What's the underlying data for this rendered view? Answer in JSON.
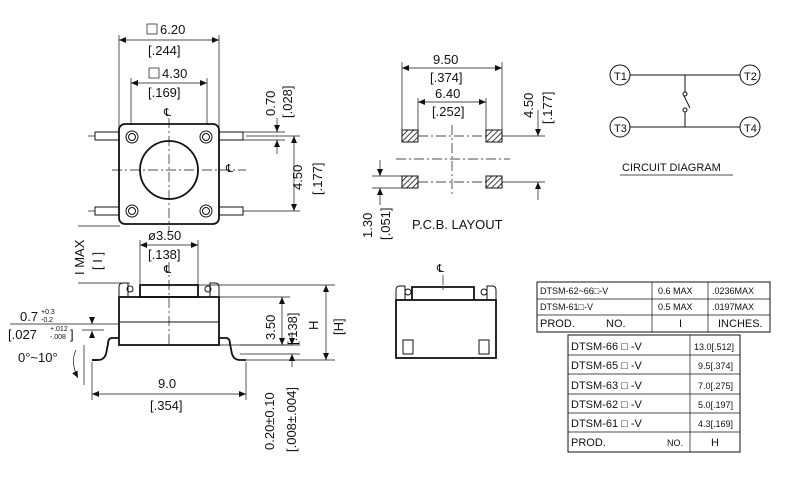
{
  "top_view": {
    "body_size": "6.20",
    "body_size_in": "[.244]",
    "inner_size": "4.30",
    "inner_size_in": "[.169]",
    "lead_width": "0.70",
    "lead_width_in": "[.028]",
    "lead_pitch": "4.50",
    "lead_pitch_in": "[.177]",
    "centerline": "℄",
    "i_max_label": "I MAX",
    "i_bracket": "[ I ]"
  },
  "side_view": {
    "plunger_dia": "ø3.50",
    "plunger_dia_in": "[.138]",
    "body_height": "3.50",
    "body_height_in": "[.138]",
    "h_label": "H",
    "h_bracket": "[H]",
    "lead_thickness_mm": "0.7",
    "lead_thickness_tol_up": "+0.3",
    "lead_thickness_tol_dn": "-0.2",
    "lead_thickness_in": "[.027",
    "lead_thickness_in_up": "+.012",
    "lead_thickness_in_dn": "-.008",
    "lead_thickness_in_close": "]",
    "angle": "0°~10°",
    "overall_len": "9.0",
    "overall_len_in": "[.354]",
    "standoff": "0.20±0.10",
    "standoff_in": "[.008±.004]"
  },
  "pcb_layout": {
    "outer": "9.50",
    "outer_in": "[.374]",
    "inner": "6.40",
    "inner_in": "[.252]",
    "pitch": "4.50",
    "pitch_in": "[.177]",
    "pad_w": "1.30",
    "pad_w_in": "[.051]",
    "title": "P.C.B. LAYOUT"
  },
  "circuit": {
    "t1": "T1",
    "t2": "T2",
    "t3": "T3",
    "t4": "T4",
    "title": "CIRCUIT DIAGRAM"
  },
  "table1": {
    "rows": [
      {
        "prod": "DTSM-62~66□-V",
        "i": "0.6 MAX",
        "inch": ".0236MAX"
      },
      {
        "prod": "DTSM-61□-V",
        "i": "0.5 MAX",
        "inch": ".0197MAX"
      }
    ],
    "footer": {
      "prod": "PROD.",
      "no": "NO.",
      "i": "I",
      "inch": "INCHES."
    }
  },
  "table2": {
    "rows": [
      {
        "prod": "DTSM-66 □ -V",
        "h": "13.0[.512]"
      },
      {
        "prod": "DTSM-65 □ -V",
        "h": "9.5[.374]"
      },
      {
        "prod": "DTSM-63 □ -V",
        "h": "7.0[.275]"
      },
      {
        "prod": "DTSM-62 □ -V",
        "h": "5.0[.197]"
      },
      {
        "prod": "DTSM-61 □ -V",
        "h": "4.3[.169]"
      }
    ],
    "footer": {
      "prod": "PROD.",
      "no": "NO.",
      "h": "H"
    }
  }
}
